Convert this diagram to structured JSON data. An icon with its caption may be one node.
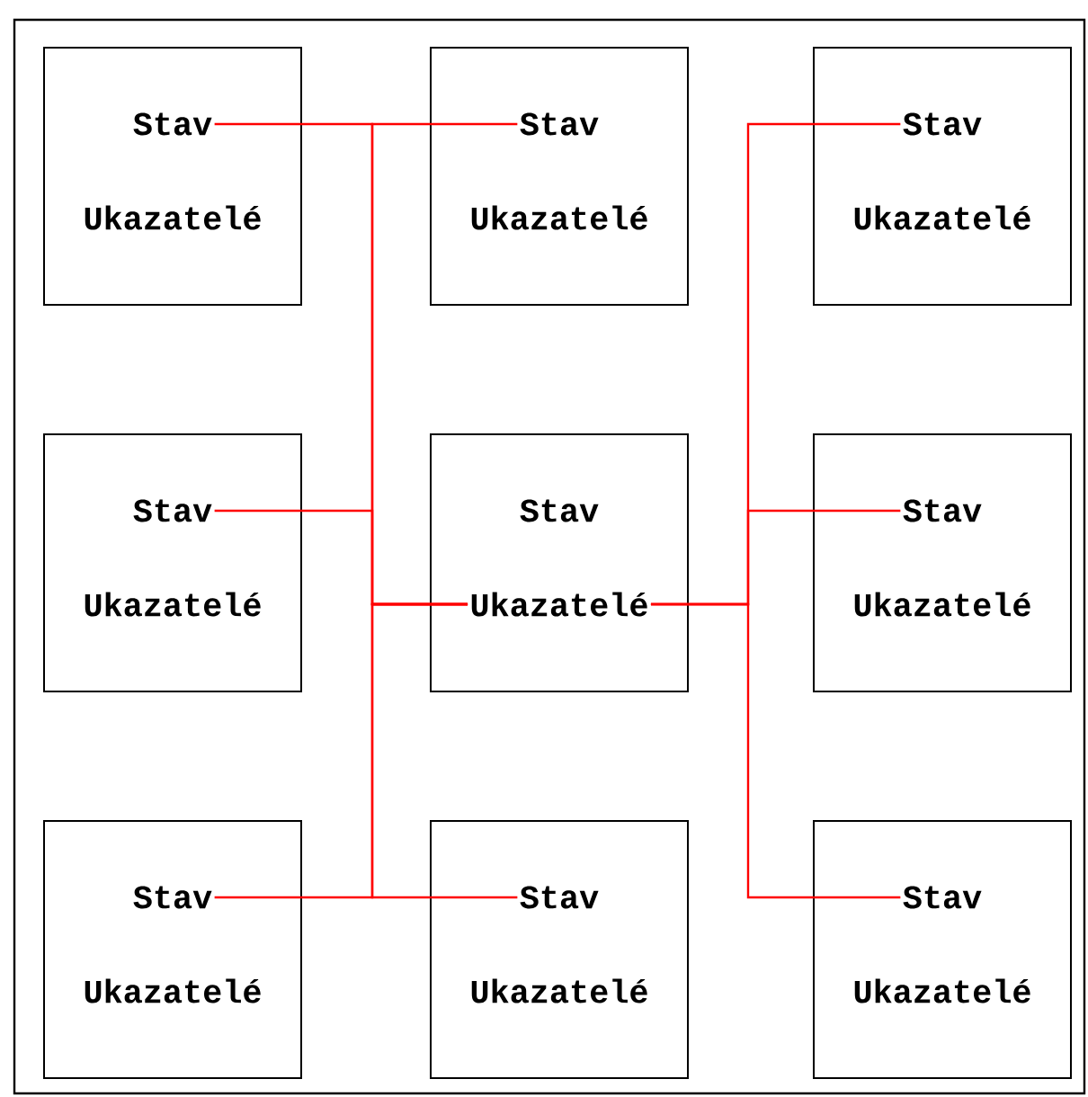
{
  "diagram": {
    "nodes": [
      {
        "text": [
          "Stav",
          "Ukazatelé"
        ]
      },
      {
        "text": [
          "Stav",
          "Ukazatelé"
        ]
      },
      {
        "text": [
          "Stav",
          "Ukazatelé"
        ]
      },
      {
        "text": [
          "Stav",
          "Ukazatelé"
        ]
      },
      {
        "text": [
          "Stav",
          "Ukazatelé"
        ]
      },
      {
        "text": [
          "Stav",
          "Ukazatelé"
        ]
      },
      {
        "text": [
          "Stav",
          "Ukazatelé"
        ]
      },
      {
        "text": [
          "Stav",
          "Ukazatelé"
        ]
      },
      {
        "text": [
          "Stav",
          "Ukazatelé"
        ]
      }
    ],
    "edges": [
      {
        "from": 4,
        "to": 0,
        "arrow": "none",
        "color": "#ff0000"
      },
      {
        "from": 4,
        "to": 1,
        "arrow": "none",
        "color": "#ff0000"
      },
      {
        "from": 4,
        "to": 2,
        "arrow": "none",
        "color": "#ff0000"
      },
      {
        "from": 4,
        "to": 3,
        "arrow": "none",
        "color": "#ff0000"
      },
      {
        "from": 4,
        "to": 5,
        "arrow": "none",
        "color": "#ff0000"
      },
      {
        "from": 4,
        "to": 6,
        "arrow": "none",
        "color": "#ff0000"
      },
      {
        "from": 4,
        "to": 7,
        "arrow": "none",
        "color": "#ff0000"
      },
      {
        "from": 4,
        "to": 8,
        "arrow": "none",
        "color": "#ff0000"
      }
    ]
  }
}
